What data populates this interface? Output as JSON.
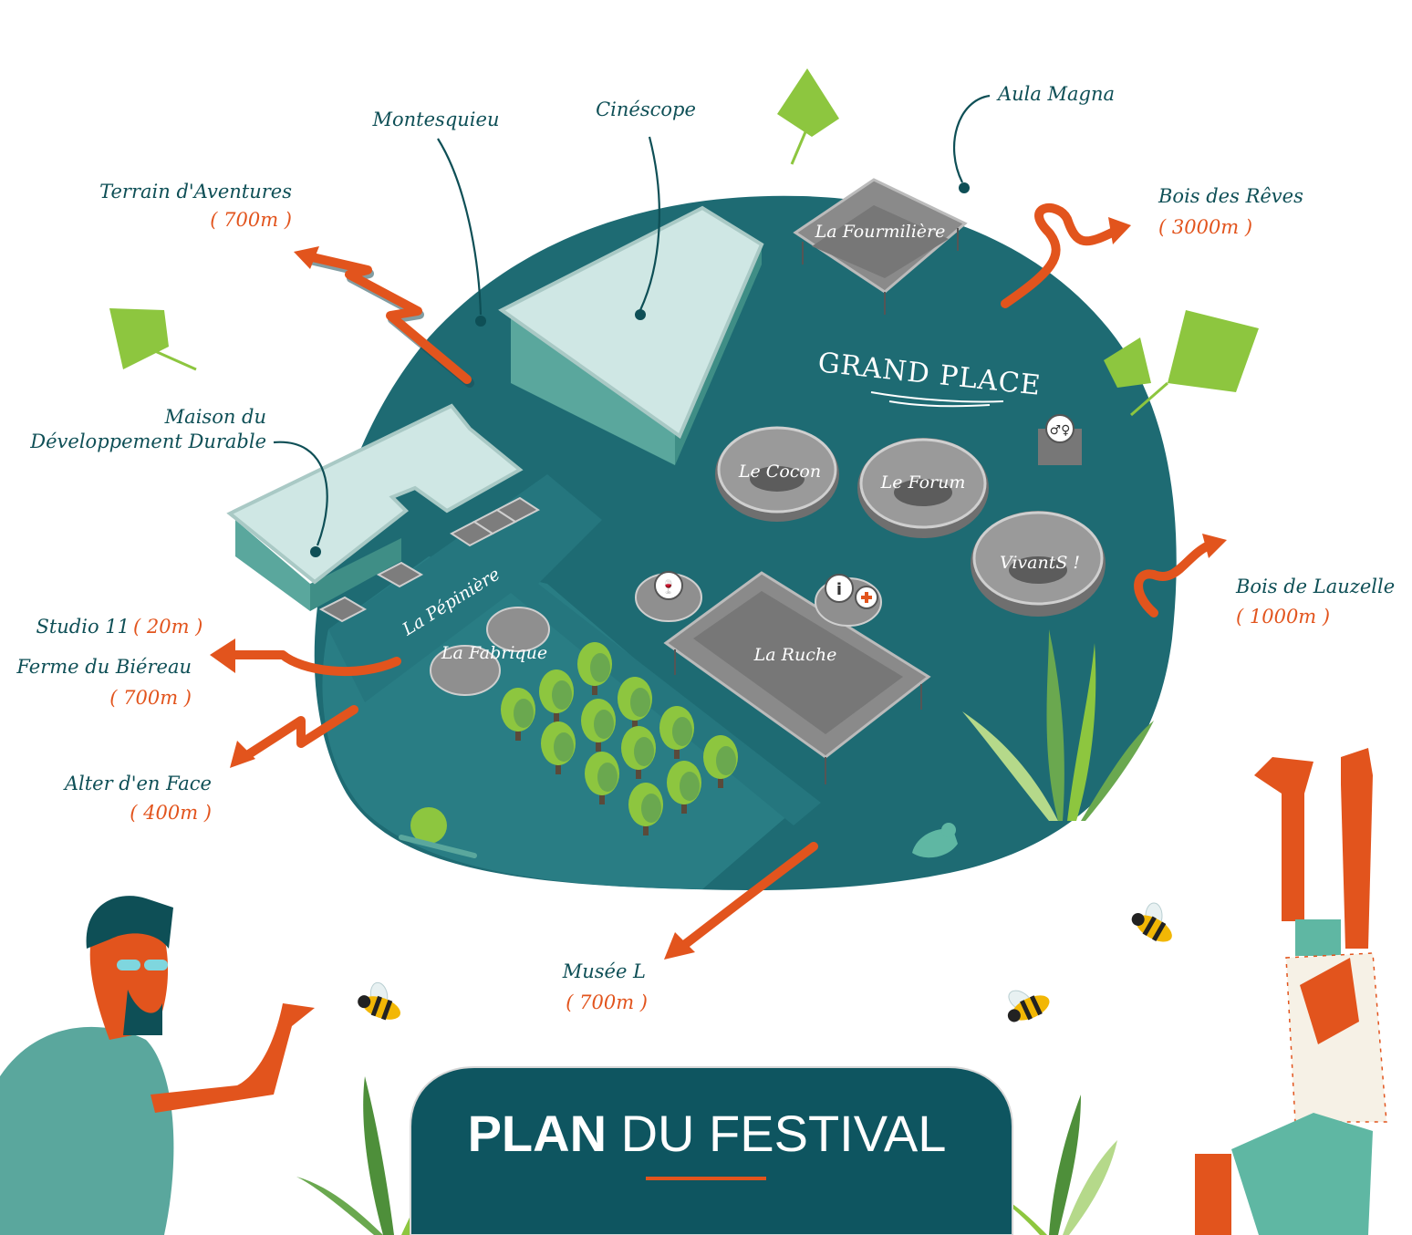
{
  "colors": {
    "teal_dark": "#0e5560",
    "teal_mid": "#1e6b73",
    "teal_light": "#2a7f86",
    "building_roof": "#cfe7e4",
    "building_wall": "#5aa79d",
    "tent": "#8a8a8a",
    "accent_orange": "#e2541d",
    "leaf_green": "#8dc63f",
    "text_dark": "#0e4f56"
  },
  "title": {
    "bold": "PLAN",
    "light": "DU FESTIVAL"
  },
  "zone_label": "GRAND PLACE",
  "venues": {
    "fourmiliere": "La Fourmilière",
    "cocon": "Le Cocon",
    "forum": "Le Forum",
    "vivants": "VivantS !",
    "ruche": "La Ruche",
    "pepiniere": "La Pépinière",
    "fabrique": "La Fabrique"
  },
  "buildings": {
    "montesquieu": "Montesquieu",
    "cinescope": "Cinéscope",
    "aula_magna": "Aula Magna",
    "maison_line1": "Maison du",
    "maison_line2": "Développement Durable"
  },
  "destinations": {
    "terrain": {
      "name": "Terrain d'Aventures",
      "distance": "( 700m )"
    },
    "bois_reves": {
      "name": "Bois des Rêves",
      "distance": "( 3000m )"
    },
    "bois_lauzelle": {
      "name": "Bois de Lauzelle",
      "distance": "( 1000m )"
    },
    "studio": {
      "name": "Studio 11",
      "distance": "( 20m )"
    },
    "ferme": {
      "name": "Ferme du Biéreau",
      "distance": "( 700m )"
    },
    "alter": {
      "name": "Alter d'en Face",
      "distance": "( 400m )"
    },
    "musee": {
      "name": "Musée L",
      "distance": "( 700m )"
    }
  },
  "icons": [
    "wine-bar-icon",
    "info-icon",
    "first-aid-icon",
    "toilets-icon",
    "bee-icon",
    "leaf-icon",
    "bird-icon",
    "snail-icon"
  ]
}
